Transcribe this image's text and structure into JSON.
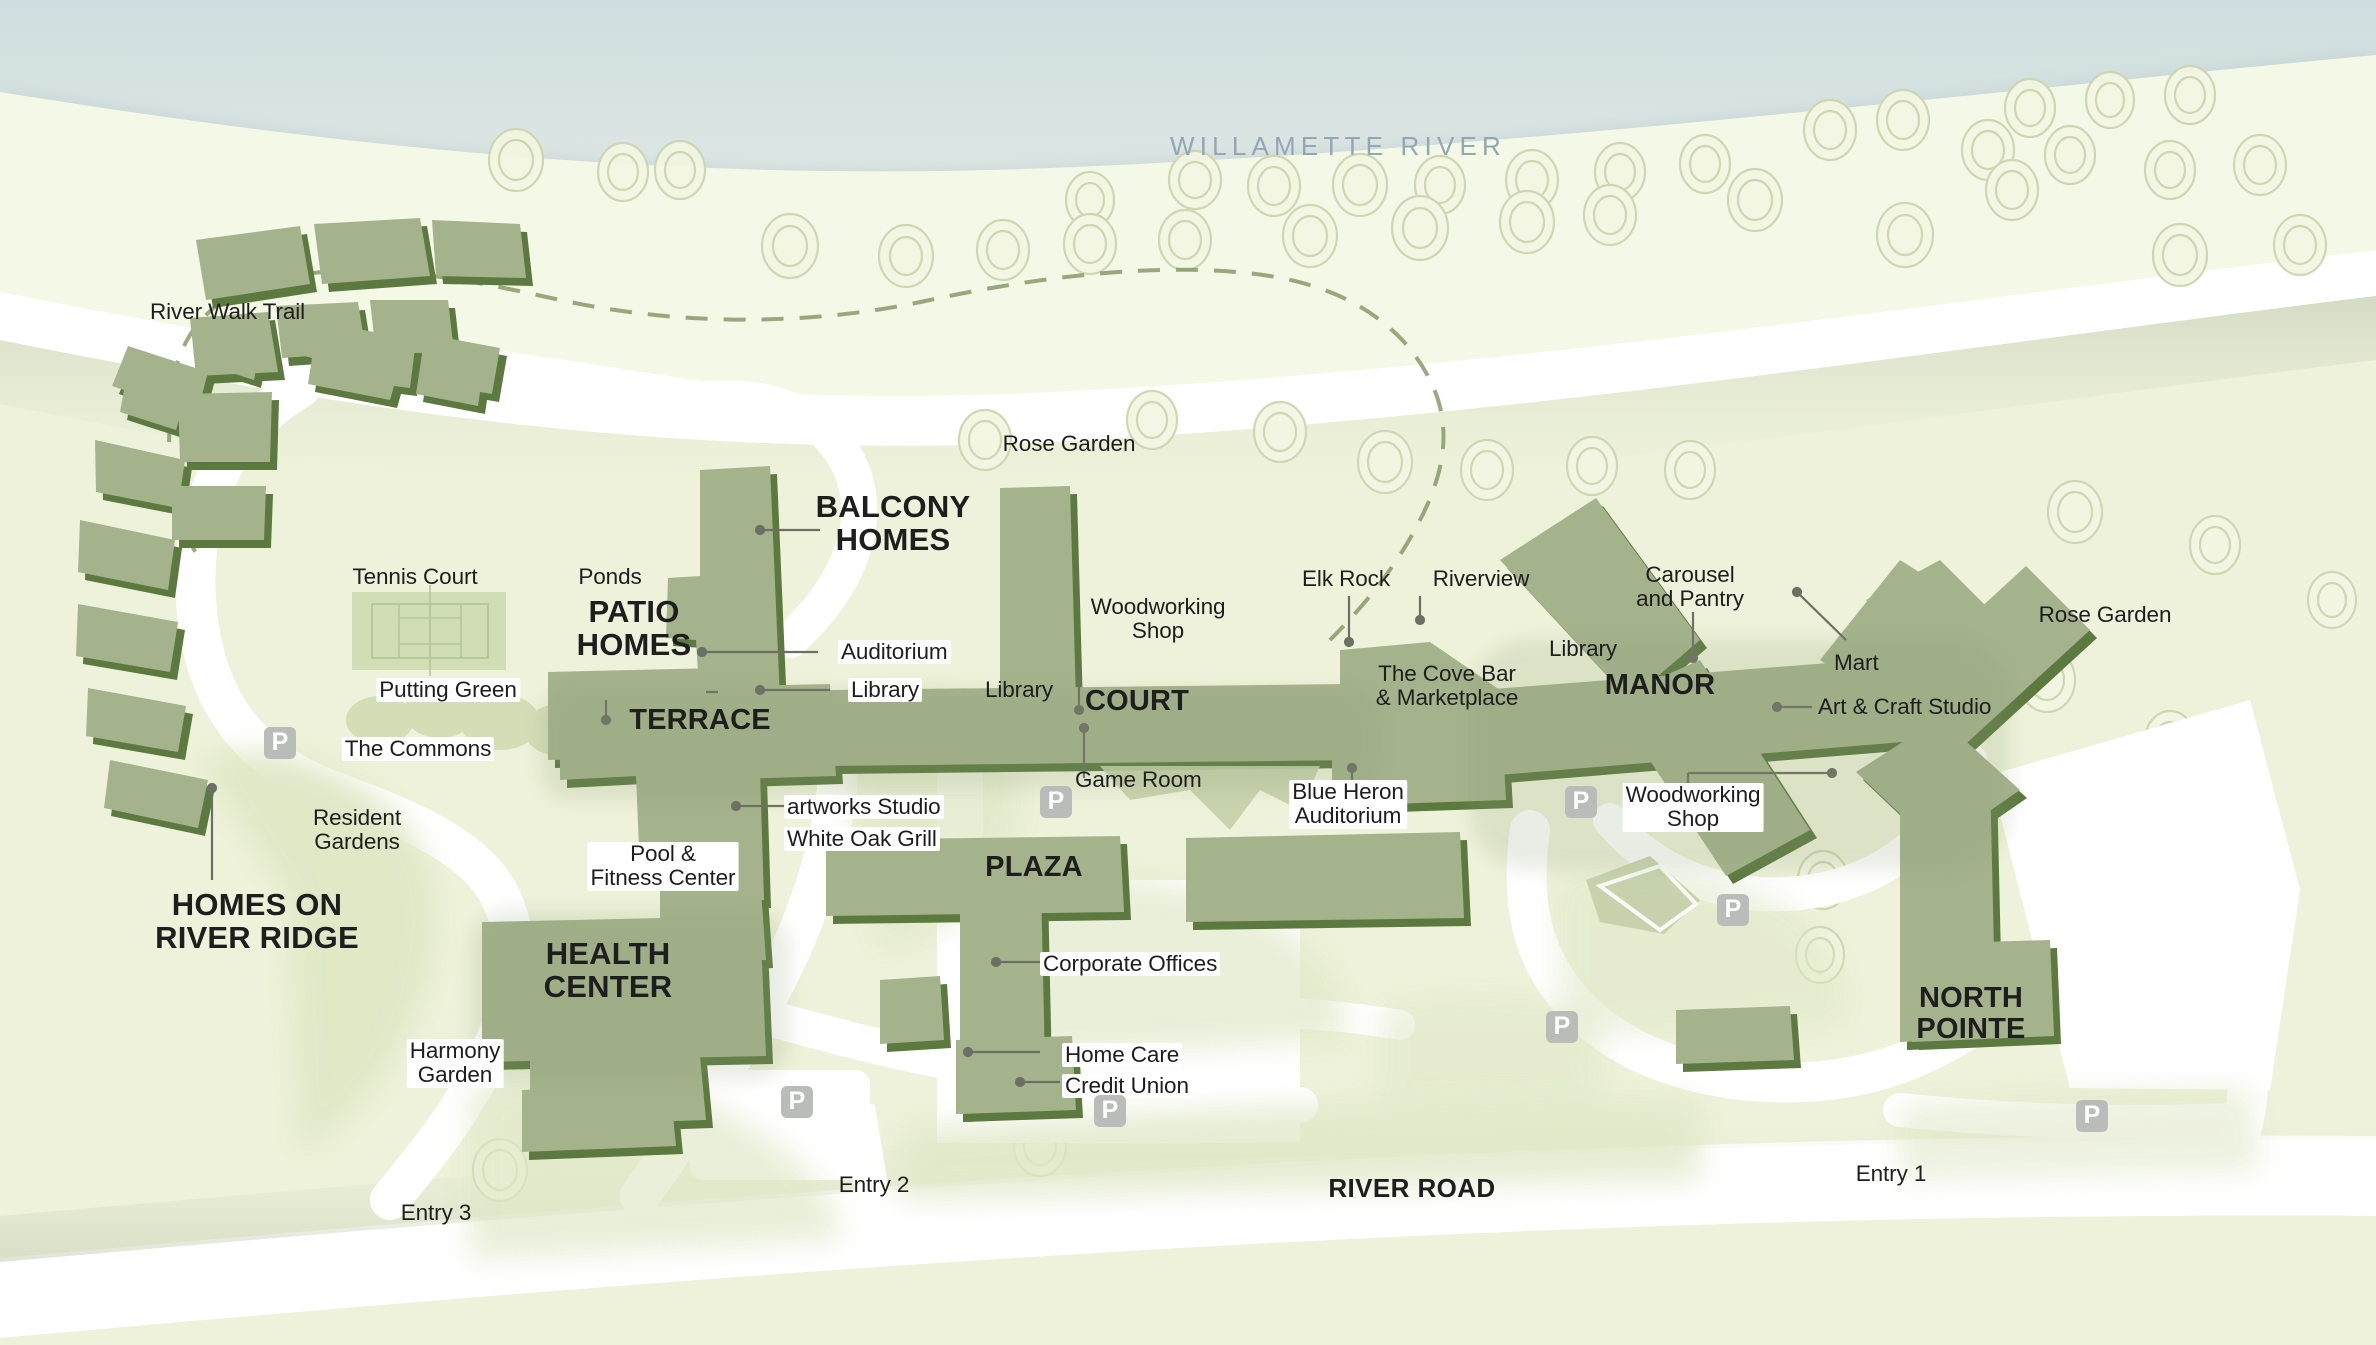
{
  "map": {
    "title": "Campus Site Map",
    "colors": {
      "sky_water": "#d5e2e3",
      "land": "#eef2da",
      "land_light": "#f2f6e2",
      "building_fill": "#a5b38c",
      "building_edge": "#5c7a40",
      "road_white": "#ffffff",
      "tree_outline": "#cdd6b0",
      "leader_line": "#6c6f63",
      "label_text": "#1e1e1e",
      "river_text": "#93a6b4",
      "parking_badge": "#b9bcb8"
    },
    "river": {
      "label": "WILLAMETTE RIVER"
    },
    "road": {
      "label": "RIVER ROAD"
    },
    "entries": [
      {
        "label": "Entry 1"
      },
      {
        "label": "Entry 2"
      },
      {
        "label": "Entry 3"
      }
    ],
    "zones": [
      {
        "label": "HOMES ON\nRIVER RIDGE"
      },
      {
        "label": "PATIO\nHOMES"
      },
      {
        "label": "BALCONY\nHOMES"
      },
      {
        "label": "TERRACE"
      },
      {
        "label": "COURT"
      },
      {
        "label": "PLAZA"
      },
      {
        "label": "MANOR"
      },
      {
        "label": "HEALTH\nCENTER"
      },
      {
        "label": "NORTH\nPOINTE"
      }
    ],
    "features": [
      {
        "label": "River Walk Trail"
      },
      {
        "label": "Tennis Court"
      },
      {
        "label": "Ponds"
      },
      {
        "label": "Putting Green"
      },
      {
        "label": "The Commons"
      },
      {
        "label": "Resident\nGardens"
      },
      {
        "label": "Harmony\nGarden"
      },
      {
        "label": "Rose Garden"
      },
      {
        "label": "Rose Garden"
      }
    ],
    "amenities": [
      {
        "label": "Auditorium"
      },
      {
        "label": "Library"
      },
      {
        "label": "Library"
      },
      {
        "label": "Library"
      },
      {
        "label": "Woodworking\nShop"
      },
      {
        "label": "Woodworking\nShop"
      },
      {
        "label": "Game Room"
      },
      {
        "label": "artworks Studio"
      },
      {
        "label": "White Oak Grill"
      },
      {
        "label": "Pool &\nFitness Center"
      },
      {
        "label": "Corporate Offices"
      },
      {
        "label": "Home Care"
      },
      {
        "label": "Credit Union"
      },
      {
        "label": "Elk Rock"
      },
      {
        "label": "Riverview"
      },
      {
        "label": "The Cove Bar\n& Marketplace"
      },
      {
        "label": "Blue Heron\nAuditorium"
      },
      {
        "label": "Carousel\nand Pantry"
      },
      {
        "label": "Mart"
      },
      {
        "label": "Art & Craft Studio"
      }
    ],
    "parking": [
      {
        "name": "parking-west",
        "letter": "P"
      },
      {
        "name": "parking-health",
        "letter": "P"
      },
      {
        "name": "parking-court",
        "letter": "P"
      },
      {
        "name": "parking-plaza",
        "letter": "P"
      },
      {
        "name": "parking-manor-west",
        "letter": "P"
      },
      {
        "name": "parking-manor-south",
        "letter": "P"
      },
      {
        "name": "parking-east",
        "letter": "P"
      },
      {
        "name": "parking-northpointe",
        "letter": "P"
      }
    ]
  }
}
